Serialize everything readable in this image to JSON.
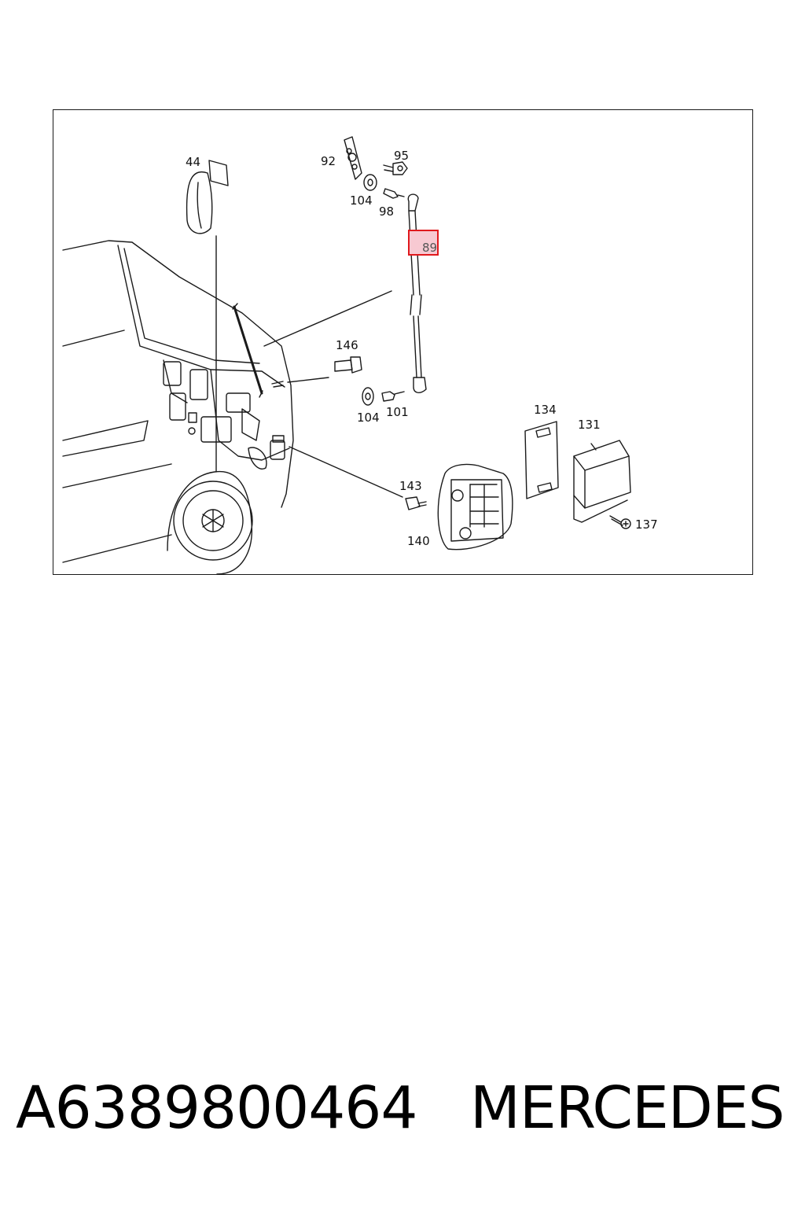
{
  "diagram": {
    "part_labels": {
      "p44": "44",
      "p92": "92",
      "p95": "95",
      "p104a": "104",
      "p98": "98",
      "p89": "89",
      "p146": "146",
      "p104b": "104",
      "p101": "101",
      "p134": "134",
      "p131": "131",
      "p143": "143",
      "p140": "140",
      "p137": "137"
    },
    "highlighted_part": "89",
    "colors": {
      "highlight_border": "#e0191d",
      "highlight_fill": "#f7c9d2",
      "line": "#1a1a1a"
    }
  },
  "caption": {
    "part_number": "A6389800464",
    "brand": "MERCEDES"
  }
}
